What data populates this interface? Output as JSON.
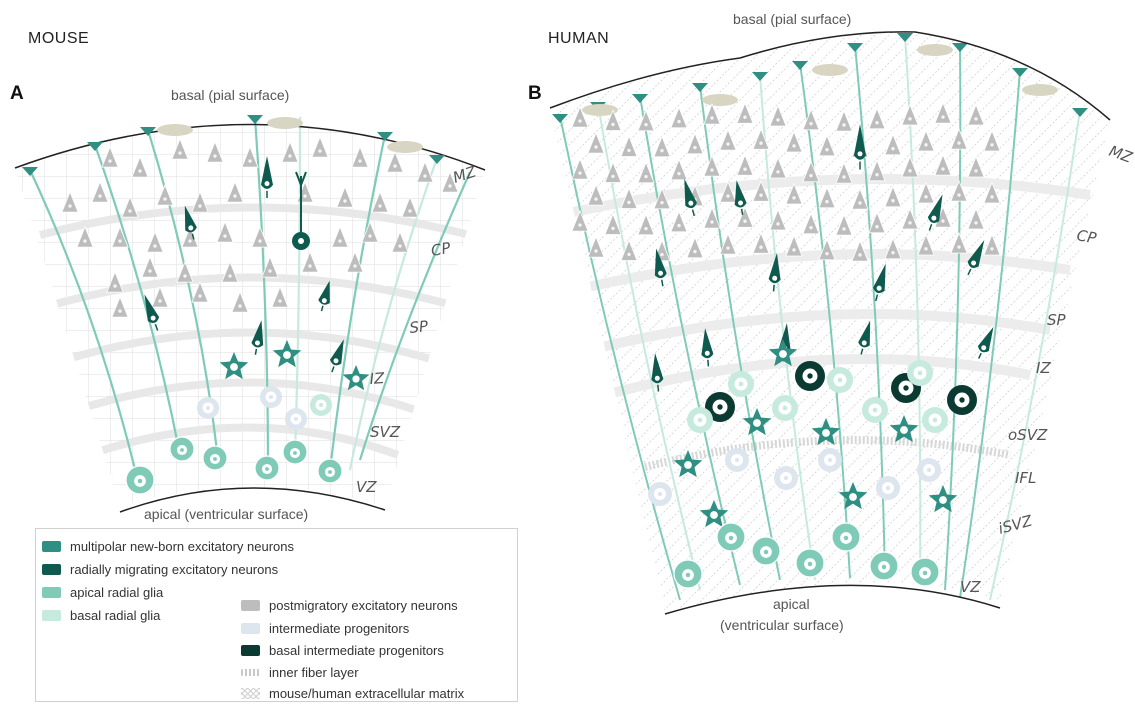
{
  "titles": {
    "mouse": "MOUSE",
    "human": "HUMAN"
  },
  "panels": {
    "a": "A",
    "b": "B"
  },
  "mouse": {
    "basal": "basal (pial surface)",
    "apical": "apical (ventricular surface)",
    "zones": [
      "MZ",
      "CP",
      "SP",
      "IZ",
      "SVZ",
      "VZ"
    ]
  },
  "human": {
    "basal": "basal (pial surface)",
    "apical_line1": "apical",
    "apical_line2": "(ventricular  surface)",
    "zones": [
      "MZ",
      "CP",
      "SP",
      "IZ",
      "oSVZ",
      "IFL",
      "iSVZ",
      "VZ"
    ]
  },
  "legend": {
    "left": [
      {
        "label": "multipolar new-born excitatory neurons",
        "color": "#2f8f82"
      },
      {
        "label": "radially migrating excitatory neurons",
        "color": "#0e5a4e"
      },
      {
        "label": "apical radial glia",
        "color": "#7fcbb8"
      },
      {
        "label": "basal radial glia",
        "color": "#c6eade"
      }
    ],
    "right": [
      {
        "label": "postmigratory excitatory neurons",
        "color": "#bdbdbd"
      },
      {
        "label": "intermediate progenitors",
        "color": "#dde5ef"
      },
      {
        "label": "basal intermediate progenitors",
        "color": "#0a3a31"
      },
      {
        "label": "inner fiber layer",
        "color": "#cccccc"
      },
      {
        "label": "mouse/human extracellular matrix",
        "color": "#bbbbbb"
      }
    ]
  },
  "colors": {
    "apical_rg": "#7fcbb8",
    "basal_rg": "#c6eade",
    "multipolar": "#2f8f82",
    "migrating": "#0e5a4e",
    "postmigratory": "#bdbdbd",
    "ip": "#dde5ef",
    "bip": "#0a3a31",
    "meninges": "#d8d5c2"
  }
}
